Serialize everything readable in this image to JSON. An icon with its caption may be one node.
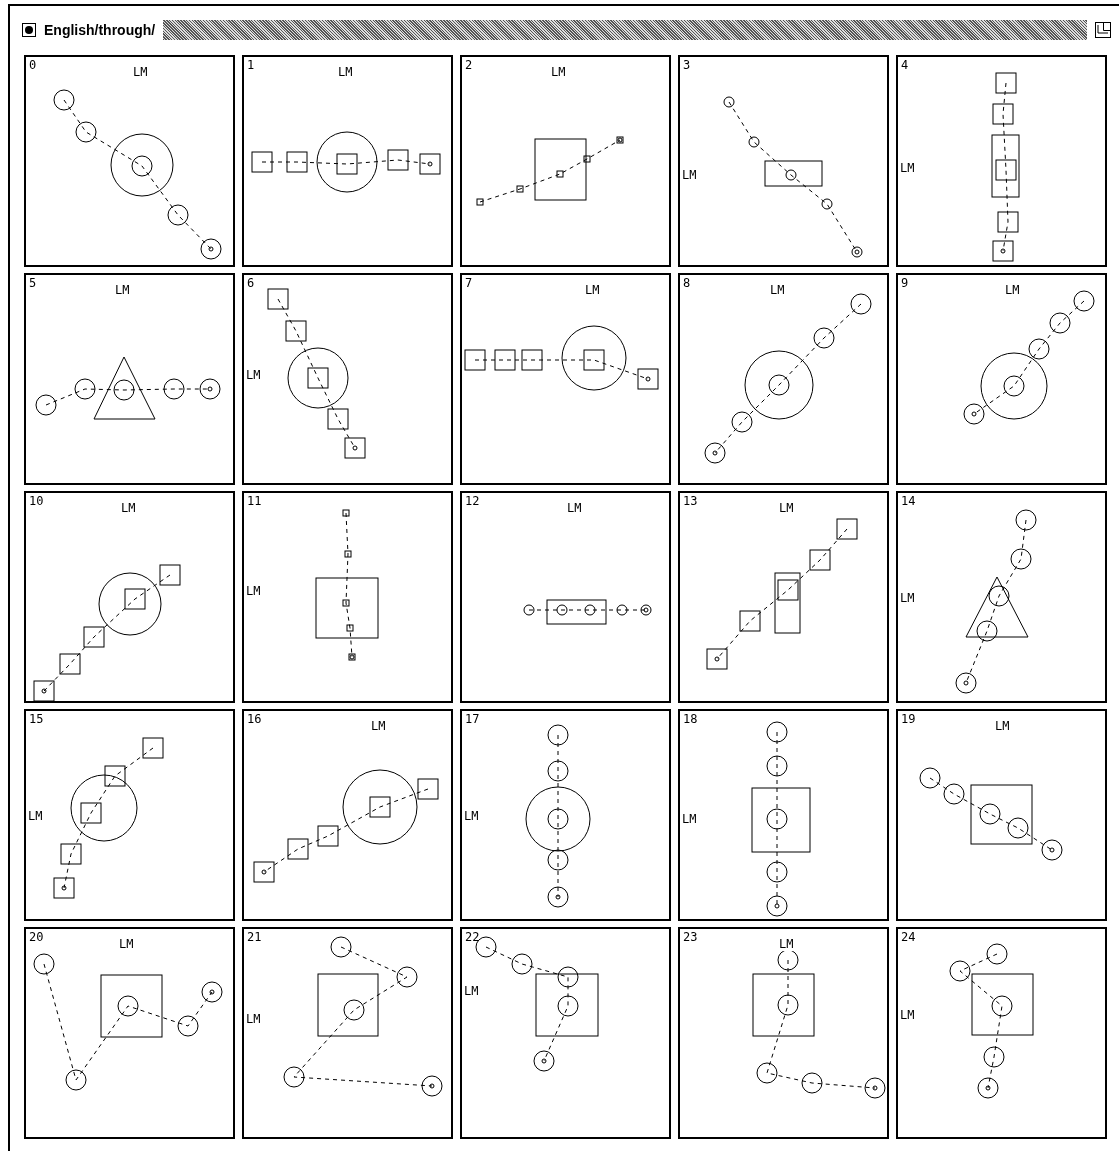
{
  "diagram": {
    "title": "English/through/",
    "nodes": [
      {
        "text": [
          "0",
          "LM"
        ]
      },
      {
        "text": [
          "1",
          "LM"
        ]
      },
      {
        "text": [
          "2",
          "LM"
        ]
      },
      {
        "text": [
          "3",
          "LM"
        ]
      },
      {
        "text": [
          "4",
          "LM"
        ]
      },
      {
        "text": [
          "5",
          "LM"
        ]
      },
      {
        "text": [
          "6",
          "LM"
        ]
      },
      {
        "text": [
          "7",
          "LM"
        ]
      },
      {
        "text": [
          "8",
          "LM"
        ]
      },
      {
        "text": [
          "9",
          "LM"
        ]
      },
      {
        "text": [
          "10",
          "LM"
        ]
      },
      {
        "text": [
          "11",
          "LM"
        ]
      },
      {
        "text": [
          "12",
          "LM"
        ]
      },
      {
        "text": [
          "13",
          "LM"
        ]
      },
      {
        "text": [
          "14",
          "LM"
        ]
      },
      {
        "text": [
          "15",
          "LM"
        ]
      },
      {
        "text": [
          "16",
          "LM"
        ]
      },
      {
        "text": [
          "17",
          "LM"
        ]
      },
      {
        "text": [
          "18",
          "LM"
        ]
      },
      {
        "text": [
          "19",
          "LM"
        ]
      },
      {
        "text": [
          "20",
          "LM"
        ]
      },
      {
        "text": [
          "21",
          "LM"
        ]
      },
      {
        "text": [
          "22",
          "LM"
        ]
      },
      {
        "text": [
          "23",
          "LM"
        ]
      },
      {
        "text": [
          "24",
          "LM"
        ]
      }
    ]
  }
}
